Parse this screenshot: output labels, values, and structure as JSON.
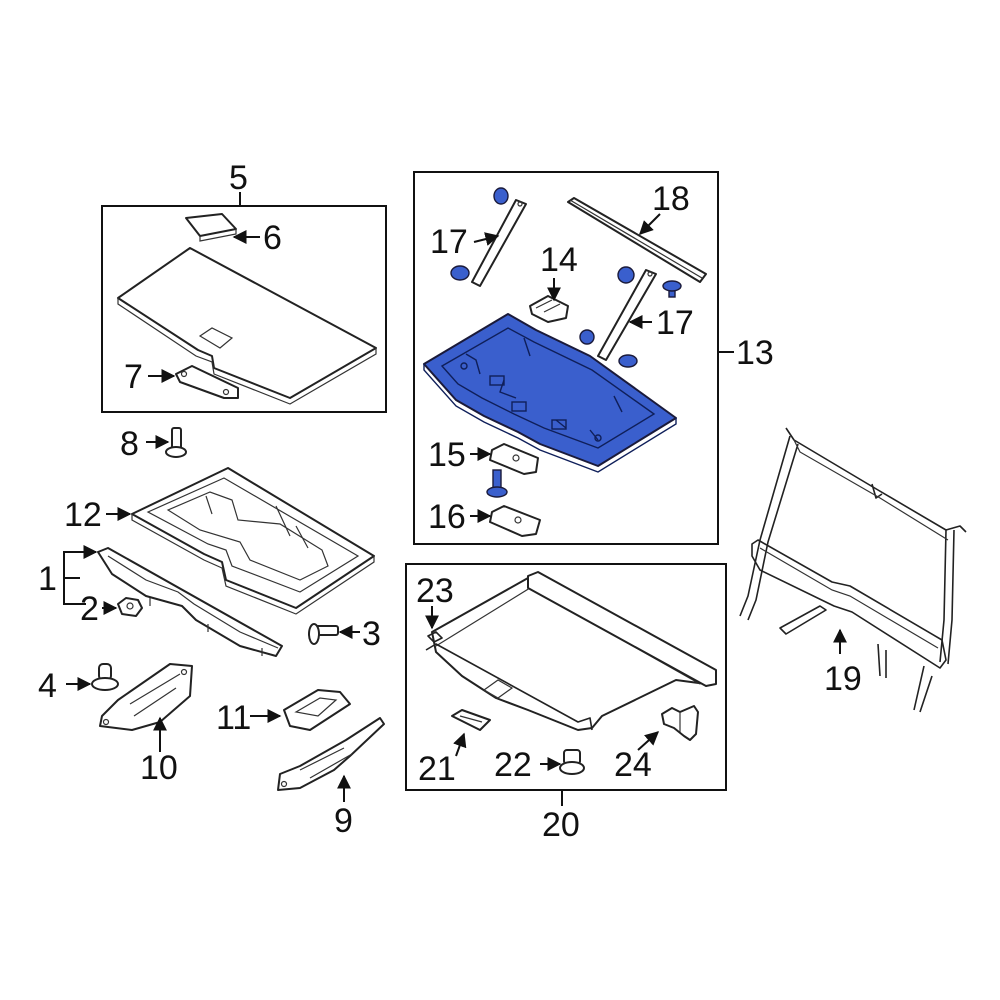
{
  "colors": {
    "highlight": "#3a5fcd"
  },
  "callouts": {
    "c1": "1",
    "c2": "2",
    "c3": "3",
    "c4": "4",
    "c5": "5",
    "c6": "6",
    "c7": "7",
    "c8": "8",
    "c9": "9",
    "c10": "10",
    "c11": "11",
    "c12": "12",
    "c13": "13",
    "c14": "14",
    "c15": "15",
    "c16": "16",
    "c17a": "17",
    "c17b": "17",
    "c18": "18",
    "c19": "19",
    "c20": "20",
    "c21": "21",
    "c22": "22",
    "c23": "23",
    "c24": "24"
  }
}
